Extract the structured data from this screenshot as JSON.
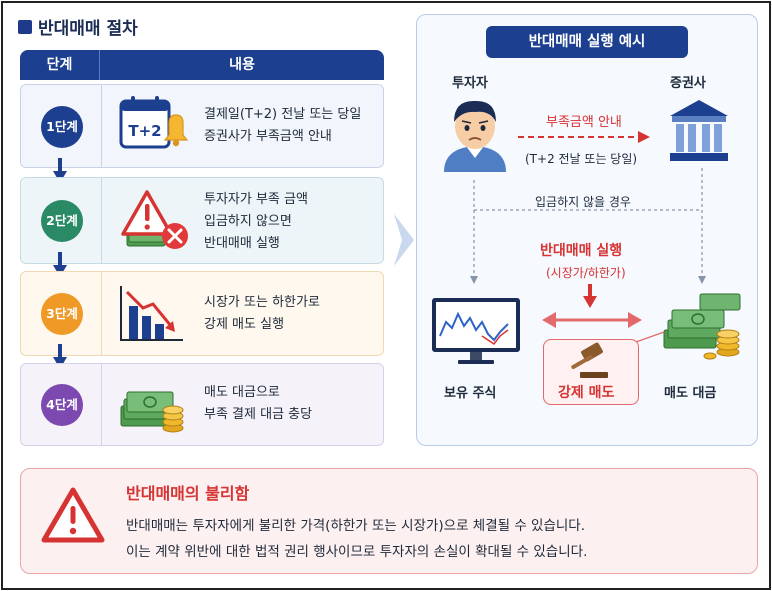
{
  "title": "반대매매 절차",
  "table": {
    "col_step": "단계",
    "col_content": "내용",
    "steps": [
      {
        "badge": "1단계",
        "line1": "결제일(T+2) 전날 또는 당일",
        "line2": "증권사가 부족금액 안내",
        "line3": "",
        "icon_text": "T+2",
        "color": "#1d3f8f"
      },
      {
        "badge": "2단계",
        "line1": "투자자가 부족 금액",
        "line2": "입금하지 않으면",
        "line3": "반대매매 실행",
        "icon_text": "",
        "color": "#2a8a66"
      },
      {
        "badge": "3단계",
        "line1": "시장가 또는 하한가로",
        "line2": "강제 매도 실행",
        "line3": "",
        "icon_text": "",
        "color": "#ef9a27"
      },
      {
        "badge": "4단계",
        "line1": "매도 대금으로",
        "line2": "부족 결제 대금 충당",
        "line3": "",
        "icon_text": "",
        "color": "#7b49b0"
      }
    ]
  },
  "example": {
    "title": "반대매매 실행 예시",
    "investor": "투자자",
    "broker": "증권사",
    "notice": "부족금액 안내",
    "notice_timing": "(T+2 전날 또는 당일)",
    "no_deposit": "입금하지 않을 경우",
    "execution": "반대매매 실행",
    "execution_method": "(시장가/하한가)",
    "holding": "보유 주식",
    "forced_sale": "강제 매도",
    "proceeds": "매도 대금"
  },
  "warning": {
    "title": "반대매매의 불리함",
    "line1": "반대매매는 투자자에게 불리한 가격(하한가 또는 시장가)으로 체결될 수 있습니다.",
    "line2": "이는 계약 위반에 대한 법적 권리 행사이므로 투자자의 손실이 확대될 수 있습니다."
  },
  "colors": {
    "navy": "#1d3f8f",
    "red": "#d63333",
    "green": "#2a8a66",
    "orange": "#ef9a27",
    "purple": "#7b49b0"
  }
}
